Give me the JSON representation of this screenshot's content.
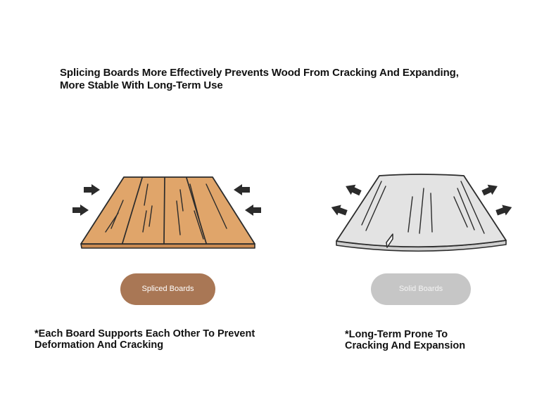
{
  "headline": {
    "line1": "Splicing Boards More Effectively Prevents Wood From Cracking And Expanding,",
    "line2": "More Stable With Long-Term Use"
  },
  "left_panel": {
    "badge_label": "Spliced Boards",
    "caption_line1": "*Each Board Supports Each Other To Prevent",
    "caption_line2": "Deformation And Cracking",
    "board_color": "#e0a56a",
    "badge_color": "#a97755",
    "arrow_direction": "inward"
  },
  "right_panel": {
    "badge_label": "Solid Boards",
    "caption_line1": "*Long-Term Prone To",
    "caption_line2": "Cracking And Expansion",
    "board_color": "#e3e3e3",
    "badge_color": "#c6c6c6",
    "arrow_direction": "outward"
  },
  "icons": [
    "arrow-icon",
    "wood-board-icon"
  ]
}
